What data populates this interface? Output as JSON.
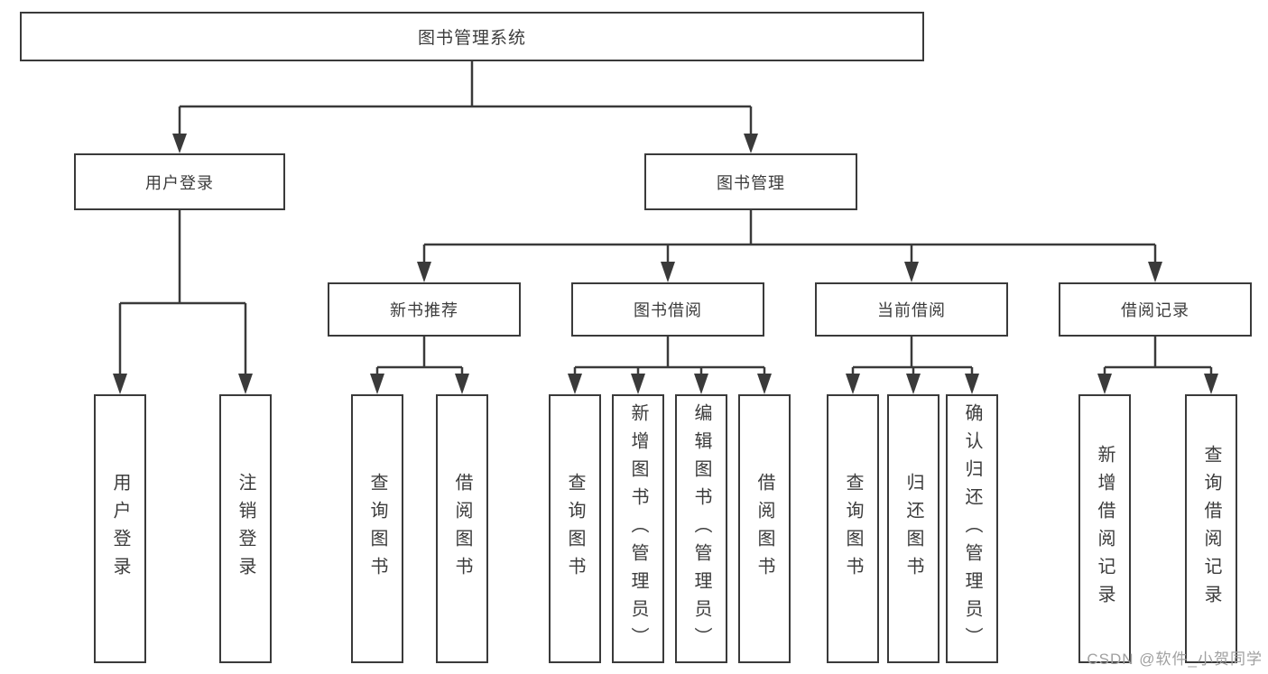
{
  "diagram": {
    "root": {
      "label": "图书管理系统",
      "children": [
        {
          "label": "用户登录",
          "children": [
            {
              "label": "用户登录"
            },
            {
              "label": "注销登录"
            }
          ]
        },
        {
          "label": "图书管理",
          "children": [
            {
              "label": "新书推荐",
              "children": [
                {
                  "label": "查询图书"
                },
                {
                  "label": "借阅图书"
                }
              ]
            },
            {
              "label": "图书借阅",
              "children": [
                {
                  "label": "查询图书"
                },
                {
                  "label": "新增图书（管理员）"
                },
                {
                  "label": "编辑图书（管理员）"
                },
                {
                  "label": "借阅图书"
                }
              ]
            },
            {
              "label": "当前借阅",
              "children": [
                {
                  "label": "查询图书"
                },
                {
                  "label": "归还图书"
                },
                {
                  "label": "确认归还（管理员）"
                }
              ]
            },
            {
              "label": "借阅记录",
              "children": [
                {
                  "label": "新增借阅记录"
                },
                {
                  "label": "查询借阅记录"
                }
              ]
            }
          ]
        }
      ]
    }
  },
  "watermark": {
    "text": "CSDN @软件_小贺同学"
  },
  "colors": {
    "line": "#3a3a3a",
    "box_border": "#3a3a3a",
    "text": "#3c3c3c",
    "watermark": "#a0a0a0",
    "background": "#ffffff"
  }
}
